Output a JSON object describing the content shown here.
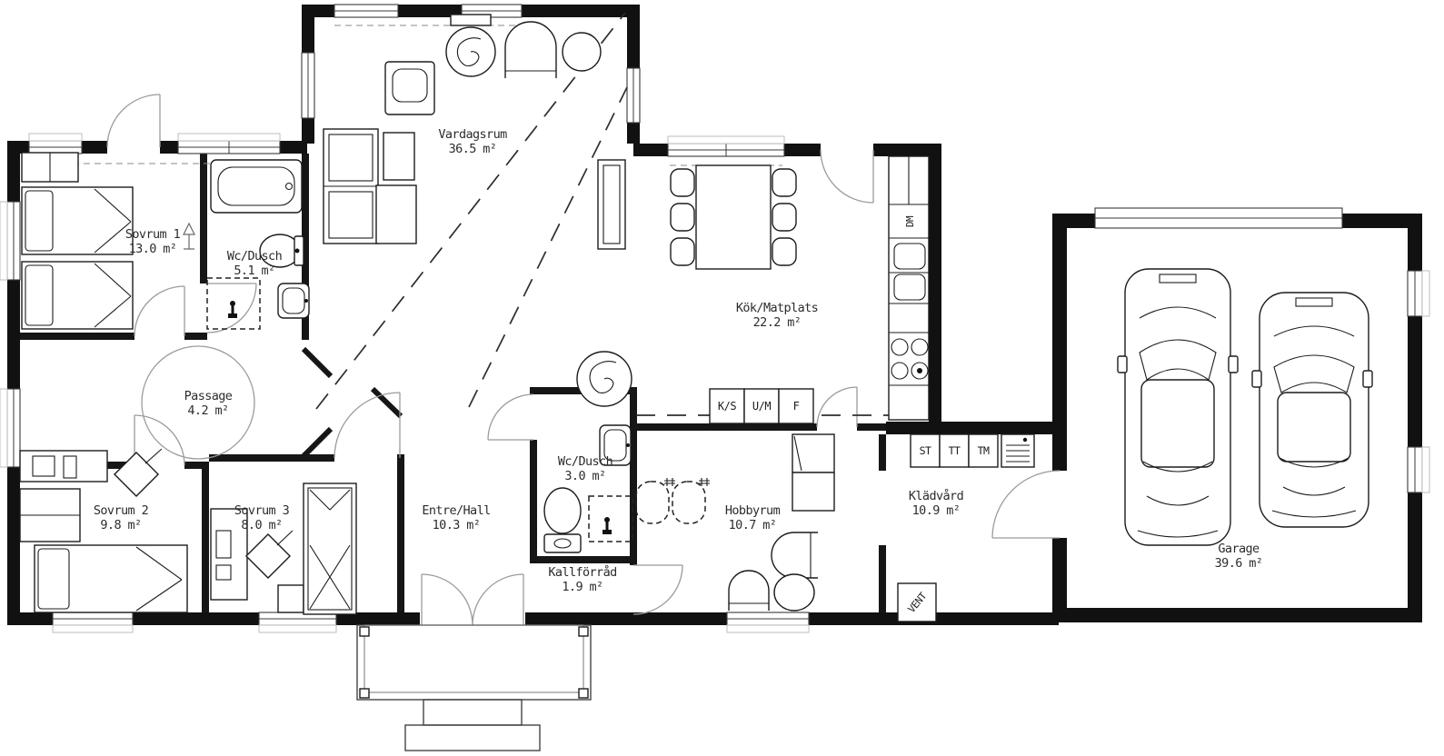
{
  "rooms": [
    {
      "id": "vardagsrum",
      "name": "Vardagsrum",
      "area": "36.5 m²"
    },
    {
      "id": "sovrum-1",
      "name": "Sovrum 1",
      "area": "13.0 m²"
    },
    {
      "id": "wc-dusch-1",
      "name": "Wc/Dusch",
      "area": "5.1 m²"
    },
    {
      "id": "kok-matplats",
      "name": "Kök/Matplats",
      "area": "22.2 m²"
    },
    {
      "id": "passage",
      "name": "Passage",
      "area": "4.2 m²"
    },
    {
      "id": "sovrum-2",
      "name": "Sovrum 2",
      "area": "9.8 m²"
    },
    {
      "id": "sovrum-3",
      "name": "Sovrum 3",
      "area": "8.0 m²"
    },
    {
      "id": "entre-hall",
      "name": "Entre/Hall",
      "area": "10.3 m²"
    },
    {
      "id": "wc-dusch-2",
      "name": "Wc/Dusch",
      "area": "3.0 m²"
    },
    {
      "id": "kallforrad",
      "name": "Kallförråd",
      "area": "1.9 m²"
    },
    {
      "id": "hobbyrum",
      "name": "Hobbyrum",
      "area": "10.7 m²"
    },
    {
      "id": "kladvard",
      "name": "Klädvård",
      "area": "10.9 m²"
    },
    {
      "id": "garage",
      "name": "Garage",
      "area": "39.6 m²"
    }
  ],
  "appliances": [
    {
      "id": "ks",
      "label": "K/S"
    },
    {
      "id": "um",
      "label": "U/M"
    },
    {
      "id": "f",
      "label": "F"
    },
    {
      "id": "st",
      "label": "ST"
    },
    {
      "id": "tt",
      "label": "TT"
    },
    {
      "id": "tm",
      "label": "TM"
    },
    {
      "id": "dm",
      "label": "DM"
    },
    {
      "id": "vent",
      "label": "VENT"
    }
  ],
  "colors": {
    "wall": "#111111",
    "furniture_line": "#1c1c1c",
    "door_arc": "#9b9b9b",
    "text": "#2c2c2c",
    "background": "#ffffff"
  }
}
